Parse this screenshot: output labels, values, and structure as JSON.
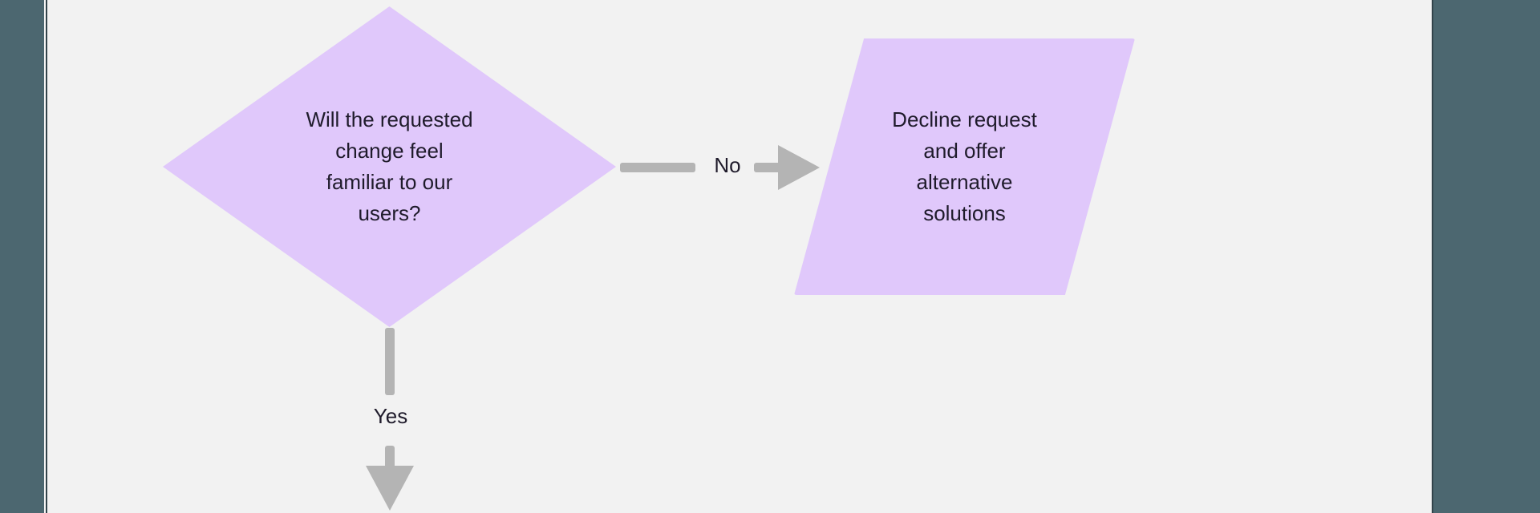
{
  "canvas": {
    "background_color": "#f2f2f2",
    "chrome_color": "#4c6770",
    "node_fill_color": "#e0c8fb",
    "connector_color": "#b4b4b4",
    "text_color": "#1f1b2b"
  },
  "diagram": {
    "type": "flowchart",
    "nodes": [
      {
        "id": "decision-familiarity",
        "shape": "diamond",
        "role": "decision",
        "text": "Will the requested\nchange feel\nfamiliar to our\nusers?"
      },
      {
        "id": "decline-request",
        "shape": "parallelogram",
        "role": "output",
        "text": "Decline request\nand offer\nalternative\nsolutions"
      }
    ],
    "edges": [
      {
        "id": "edge-no",
        "from": "decision-familiarity",
        "to": "decline-request",
        "label": "No",
        "direction": "right"
      },
      {
        "id": "edge-yes",
        "from": "decision-familiarity",
        "to": null,
        "label": "Yes",
        "direction": "down"
      }
    ]
  }
}
